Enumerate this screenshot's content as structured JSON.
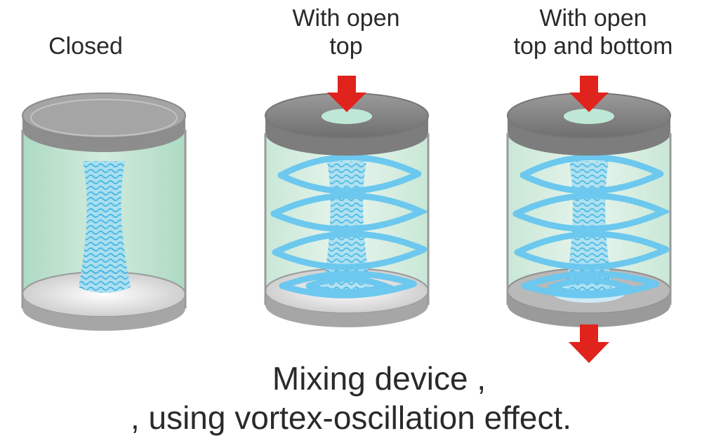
{
  "labels": {
    "closed": "Closed",
    "open_top": [
      "With open",
      "top"
    ],
    "open_top_bottom": [
      "With open",
      "top and bottom"
    ]
  },
  "caption": {
    "line1": "Mixing device ,",
    "line2": ", using vortex-oscillation effect."
  },
  "colors": {
    "liquid": "#bfe3cf",
    "cap": "#8c8c8c",
    "cap_rim": "#b8b8b8",
    "vortex": "#67c6ec",
    "arrow": "#e0231c",
    "bottom_disk": "#e8e8e8"
  },
  "icons": {
    "inflow": "arrow-down-icon",
    "outflow": "arrow-down-icon"
  }
}
